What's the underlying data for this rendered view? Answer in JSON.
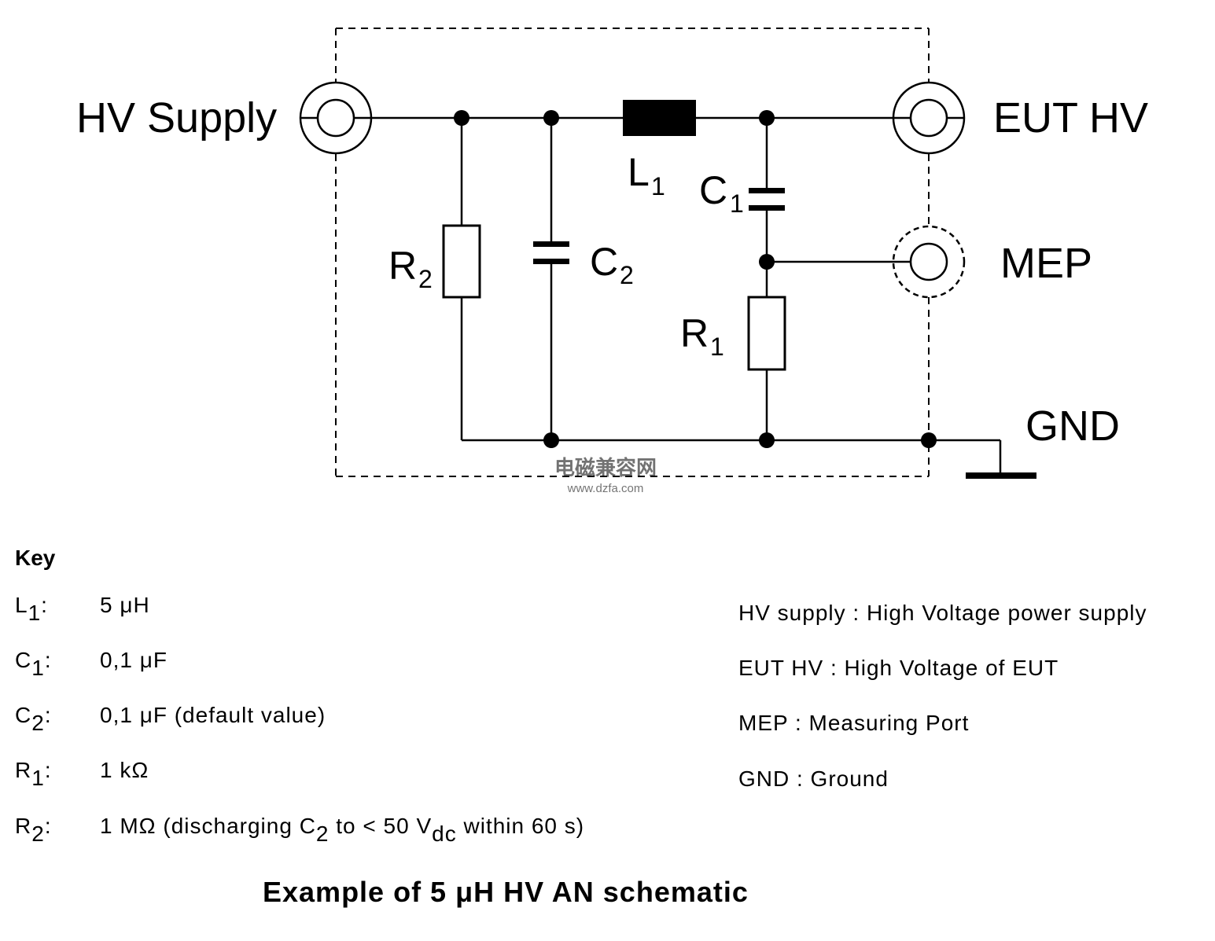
{
  "schematic": {
    "labels": {
      "hv_supply": "HV Supply",
      "eut_hv": "EUT HV",
      "mep": "MEP",
      "gnd": "GND"
    },
    "components": {
      "l1": {
        "main": "L",
        "sub": "1"
      },
      "c1": {
        "main": "C",
        "sub": "1"
      },
      "c2": {
        "main": "C",
        "sub": "2"
      },
      "r1": {
        "main": "R",
        "sub": "1"
      },
      "r2": {
        "main": "R",
        "sub": "2"
      }
    },
    "watermark": {
      "cn": "电磁兼容网",
      "url": "www.dzfa.com",
      "color": "#e06a6a"
    }
  },
  "key": {
    "title": "Key",
    "items": [
      {
        "sym": "L",
        "sym_sub": "1",
        "sep": ":",
        "value": "5 μH"
      },
      {
        "sym": "C",
        "sym_sub": "1",
        "sep": ":",
        "value": "0,1 μF"
      },
      {
        "sym": "C",
        "sym_sub": "2",
        "sep": ":",
        "value": "0,1 μF (default value)"
      },
      {
        "sym": "R",
        "sym_sub": "1",
        "sep": ":",
        "value": "1 kΩ"
      },
      {
        "sym": "R",
        "sym_sub": "2",
        "sep": ":",
        "value_a": "1 MΩ (discharging C",
        "value_a_sub": "2",
        "value_b": " to < 50 V",
        "value_b_sub": "dc",
        "value_c": " within 60 s)"
      }
    ]
  },
  "legend": [
    "HV supply : High Voltage power supply",
    "EUT HV : High Voltage of EUT",
    "MEP : Measuring Port",
    "GND : Ground"
  ],
  "caption": "Example of 5 μH HV AN schematic"
}
